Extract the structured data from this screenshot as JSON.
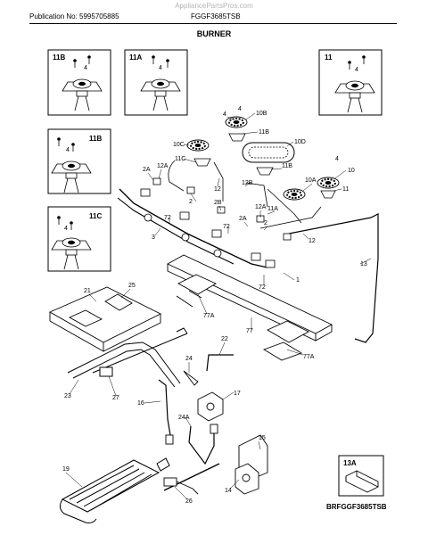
{
  "header": {
    "watermark": "AppliancePartsPros.com",
    "publication": "Publication No: 5995705885",
    "model": "FGGF3685TSB",
    "section_title": "BURNER"
  },
  "footer": {
    "diagram_code": "BRFGGF3685TSB"
  },
  "detail_boxes": [
    {
      "label": "11B",
      "screw_label": "4"
    },
    {
      "label": "11A",
      "screw_label": "4"
    },
    {
      "label": "11",
      "screw_label": "4"
    },
    {
      "label": "11B",
      "screw_label": "4"
    },
    {
      "label": "11C",
      "screw_label": "4"
    },
    {
      "label": "13A"
    }
  ],
  "callouts": {
    "top_burners": [
      "4",
      "4",
      "10B",
      "11B",
      "10C",
      "10D",
      "11C",
      "2A",
      "12A",
      "10",
      "4",
      "11B",
      "10A",
      "11",
      "12",
      "12B",
      "2",
      "2B",
      "12A",
      "11A",
      "72",
      "72",
      "2A",
      "2",
      "3",
      "12",
      "13",
      "1",
      "72"
    ],
    "lower_parts": [
      "21",
      "25",
      "77A",
      "77",
      "77A",
      "22",
      "24",
      "23",
      "27",
      "16",
      "17",
      "24A",
      "15",
      "19",
      "26",
      "14"
    ]
  }
}
